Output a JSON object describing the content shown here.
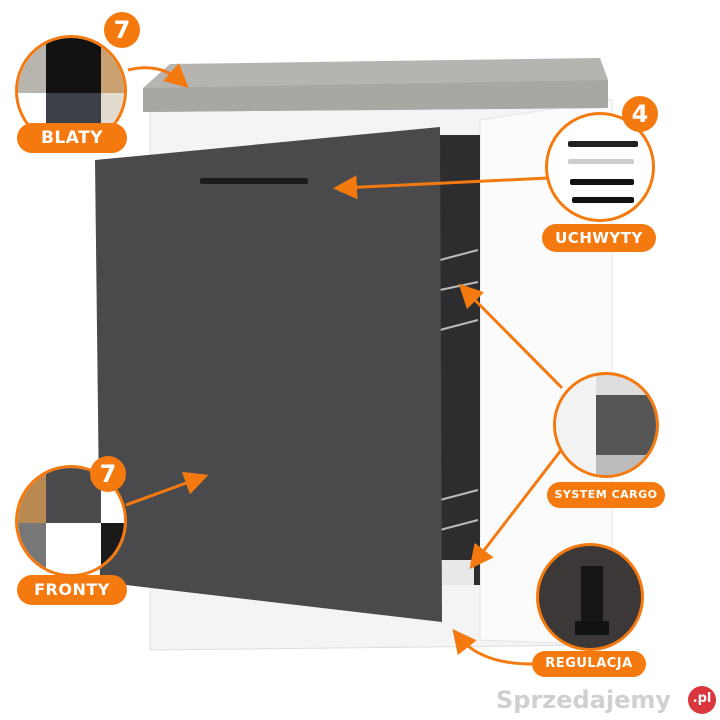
{
  "labels": {
    "blaty": "BLATY",
    "uchwyty": "UCHWYTY",
    "system_cargo": "SYSTEM CARGO",
    "fronty": "FRONTY",
    "regulacja": "REGULACJA"
  },
  "badges": {
    "blaty": "7",
    "uchwyty": "4",
    "fronty": "7"
  },
  "watermark": {
    "text": "Sprzedajemy",
    "suffix": ".pl"
  },
  "colors": {
    "accent": "#f47a10",
    "door": "#4a4a4c",
    "countertop": "#b6b4b0"
  }
}
